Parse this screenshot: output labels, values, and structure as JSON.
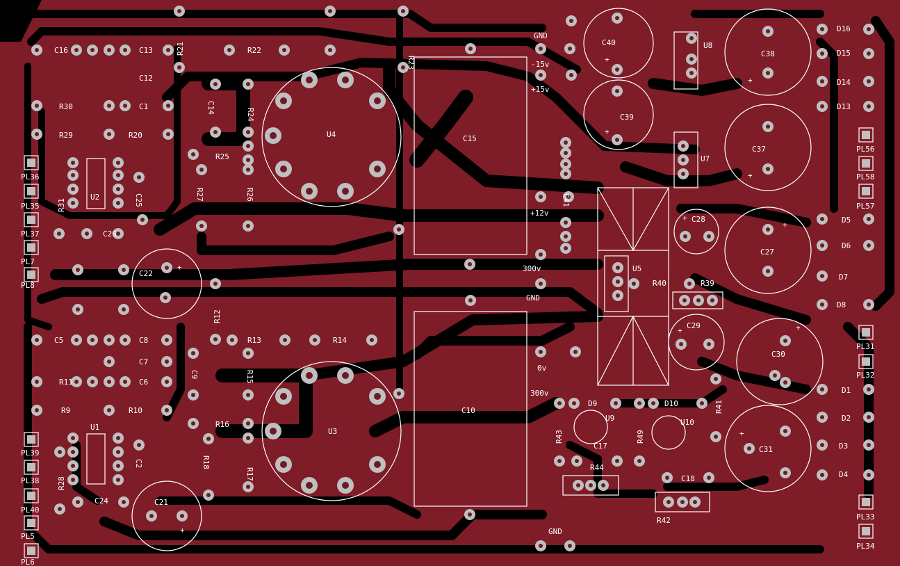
{
  "board": {
    "copper_color": "#7e1c28",
    "clearance_color": "#000000",
    "pad_color": "#bfbfbf",
    "silk_color": "#ffffff"
  },
  "components": {
    "C16": "C16",
    "C13": "C13",
    "C12": "C12",
    "C1": "C1",
    "R21": "R21",
    "R22": "R22",
    "R23": "R23",
    "R30": "R30",
    "R29": "R29",
    "R20": "R20",
    "C14": "C14",
    "R24": "R24",
    "R25": "R25",
    "R27": "R27",
    "R26": "R26",
    "U4": "U4",
    "U2": "U2",
    "R31": "R31",
    "C25": "C25",
    "C26": "C26",
    "C15": "C15",
    "C40": "C40",
    "U8": "U8",
    "C38": "C38",
    "C39": "C39",
    "C37": "C37",
    "U7": "U7",
    "C41": "C41",
    "C22": "C22",
    "R12": "R12",
    "C5": "C5",
    "C8": "C8",
    "C7": "C7",
    "C6": "C6",
    "R11": "R11",
    "R9": "R9",
    "R10": "R10",
    "R13": "R13",
    "R14": "R14",
    "C9": "C9",
    "R15": "R15",
    "R16": "R16",
    "U3": "U3",
    "R18": "R18",
    "R17": "R17",
    "U1": "U1",
    "C2": "C2",
    "R28": "R28",
    "C24": "C24",
    "C21": "C21",
    "C10": "C10",
    "U5": "U5",
    "R40": "R40",
    "R39": "R39",
    "C28": "C28",
    "C27": "C27",
    "C29": "C29",
    "C30": "C30",
    "D9": "D9",
    "D10": "D10",
    "U9": "U9",
    "U10": "U10",
    "R43": "R43",
    "R49": "R49",
    "C17": "C17",
    "R44": "R44",
    "C18": "C18",
    "R42": "R42",
    "R41": "R41",
    "C31": "C31",
    "D16": "D16",
    "D15": "D15",
    "D14": "D14",
    "D13": "D13",
    "D5": "D5",
    "D6": "D6",
    "D7": "D7",
    "D8": "D8",
    "D1": "D1",
    "D2": "D2",
    "D3": "D3",
    "D4": "D4"
  },
  "connectors": {
    "PL36": "PL36",
    "PL35": "PL35",
    "PL37": "PL37",
    "PL7": "PL7",
    "PL8": "PL8",
    "PL39": "PL39",
    "PL38": "PL38",
    "PL40": "PL40",
    "PL5": "PL5",
    "PL6": "PL6",
    "PL56": "PL56",
    "PL58": "PL58",
    "PL57": "PL57",
    "PL31": "PL31",
    "PL32": "PL32",
    "PL33": "PL33",
    "PL34": "PL34"
  },
  "power_labels": {
    "gnd_top": "GND",
    "neg15": "-15v",
    "pos15": "+15v",
    "pos12": "+12v",
    "v300_a": "300v",
    "gnd_mid": "GND",
    "zero": "0v",
    "v300_b": "300v",
    "gnd_bottom": "GND"
  },
  "polarity_marks": {
    "plus": "+"
  }
}
